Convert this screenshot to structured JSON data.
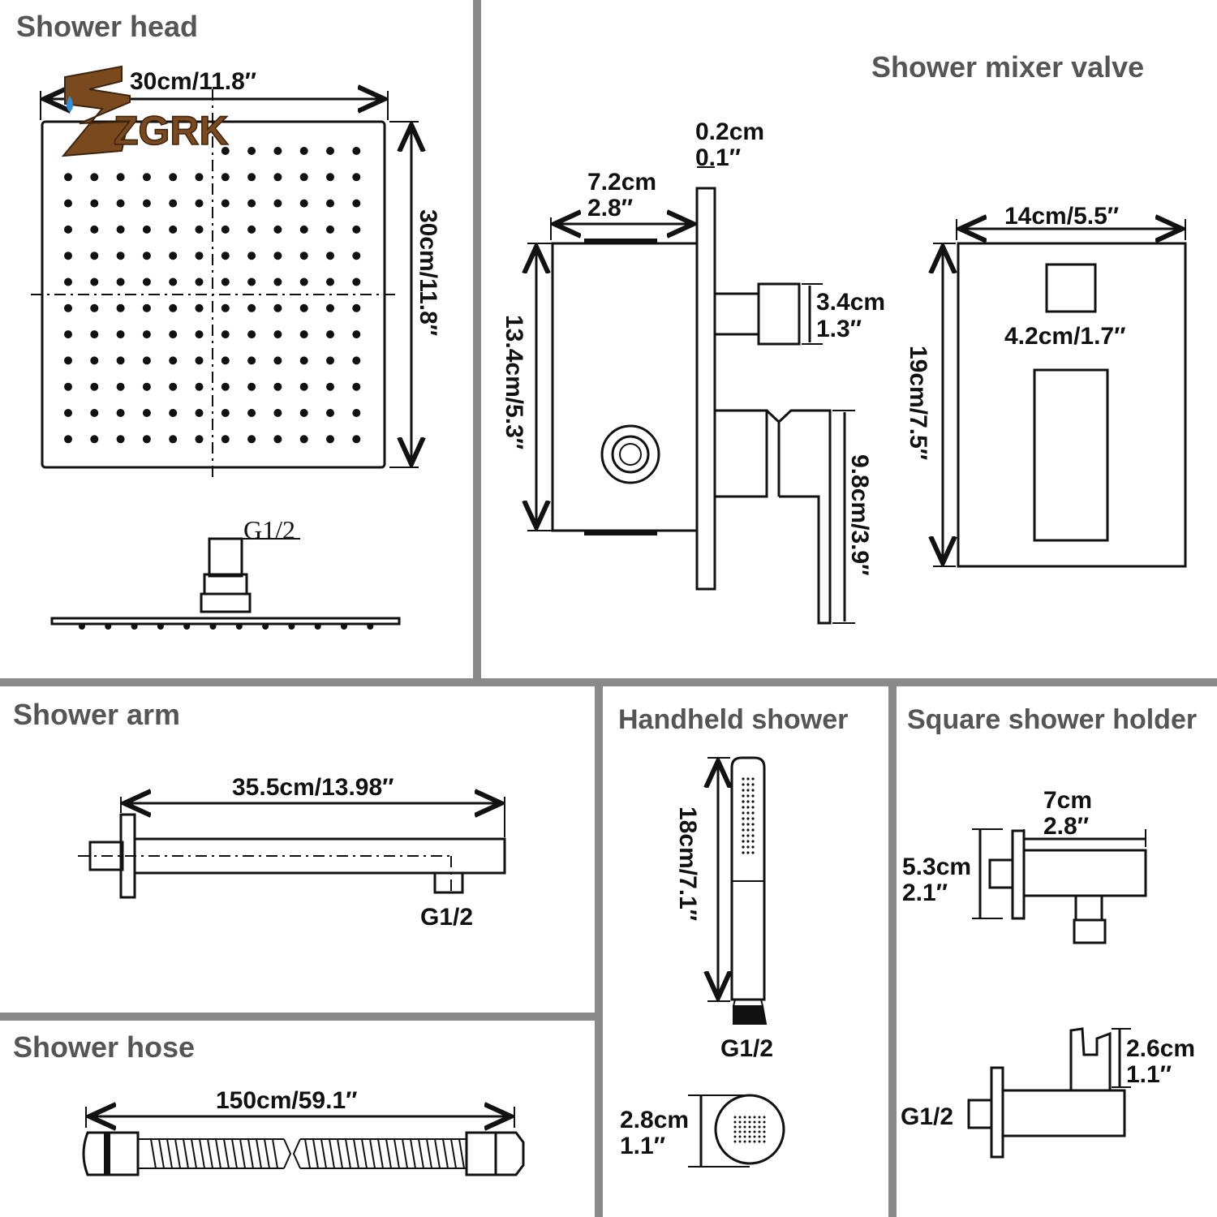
{
  "panels": {
    "shower_head": {
      "title": "Shower head",
      "logo_text": "ZGRK",
      "width_label": "30cm/11.8″",
      "height_label": "30cm/11.8″",
      "thread_label": "G1/2"
    },
    "mixer_valve": {
      "title": "Shower mixer valve",
      "thickness_cm": "0.2cm",
      "thickness_in": "0.1″",
      "depth_cm": "7.2cm",
      "depth_in": "2.8″",
      "body_height": "13.4cm/5.3″",
      "outlet_cm": "3.4cm",
      "outlet_in": "1.3″",
      "handle_height": "9.8cm/3.9″",
      "plate_width": "14cm/5.5″",
      "plate_height": "19cm/7.5″",
      "knob_width": "4.2cm/1.7″"
    },
    "shower_arm": {
      "title": "Shower arm",
      "length_label": "35.5cm/13.98″",
      "thread_label": "G1/2"
    },
    "shower_hose": {
      "title": "Shower hose",
      "length_label": "150cm/59.1″"
    },
    "handheld_shower": {
      "title": "Handheld shower",
      "length_label": "18cm/7.1″",
      "thread_label": "G1/2",
      "face_cm": "2.8cm",
      "face_in": "1.1″"
    },
    "shower_holder": {
      "title": "Square shower holder",
      "length_cm": "7cm",
      "length_in": "2.8″",
      "height_cm": "5.3cm",
      "height_in": "2.1″",
      "thread_label": "G1/2",
      "clip_cm": "2.6cm",
      "clip_in": "1.1″"
    }
  },
  "colors": {
    "divider": "#8a8a8a",
    "title": "#555555",
    "logo": "#7a4a1e"
  }
}
